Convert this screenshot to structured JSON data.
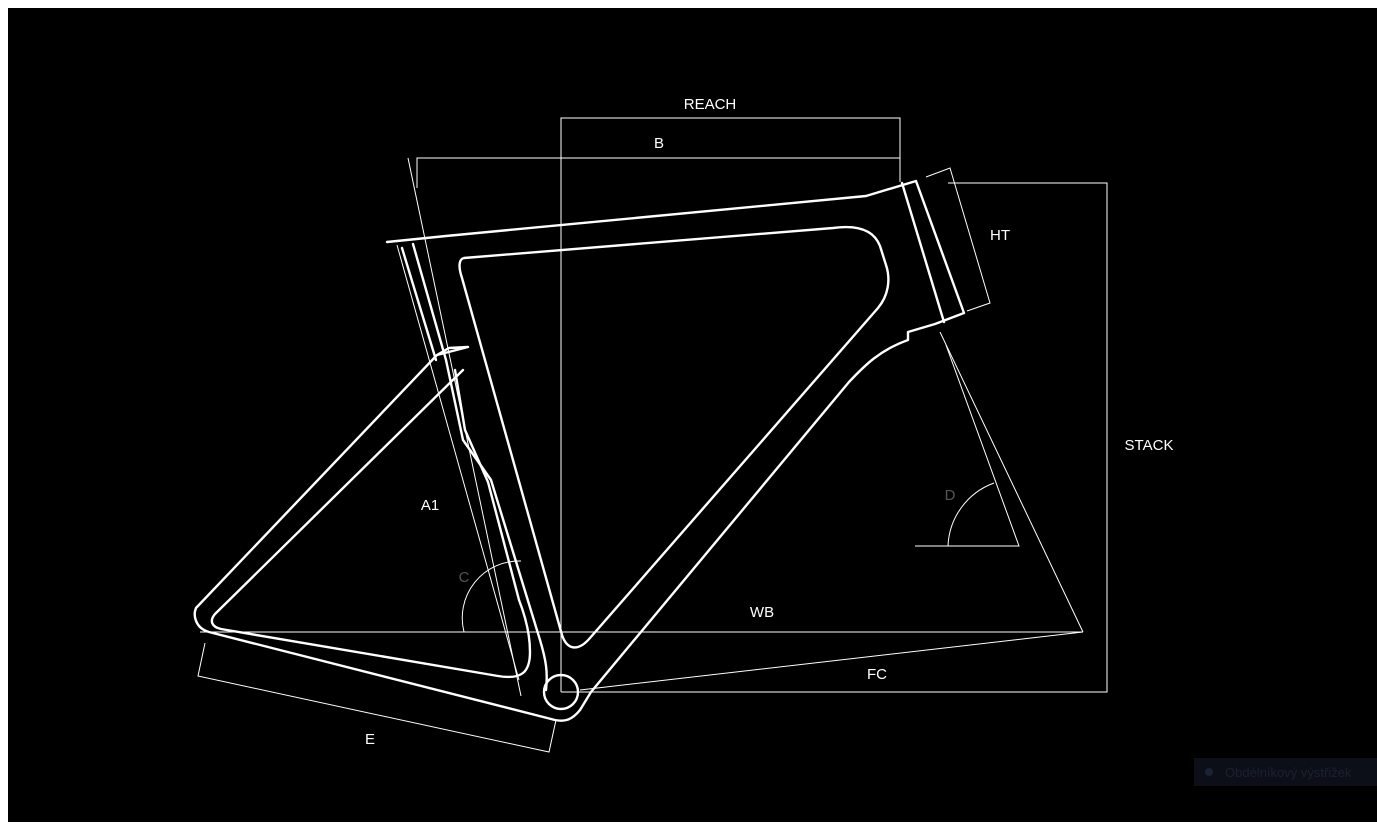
{
  "diagram": {
    "background": "#000000",
    "line_color": "#ffffff",
    "angle_label_color": "#555555",
    "labels": {
      "reach": "REACH",
      "b": "B",
      "ht": "HT",
      "stack": "STACK",
      "a1": "A1",
      "c": "C",
      "d": "D",
      "wb": "WB",
      "fc": "FC",
      "e": "E"
    }
  },
  "snip_tooltip": {
    "icon": "record-dot-icon",
    "text": "Obdélníkový výstřižek"
  }
}
